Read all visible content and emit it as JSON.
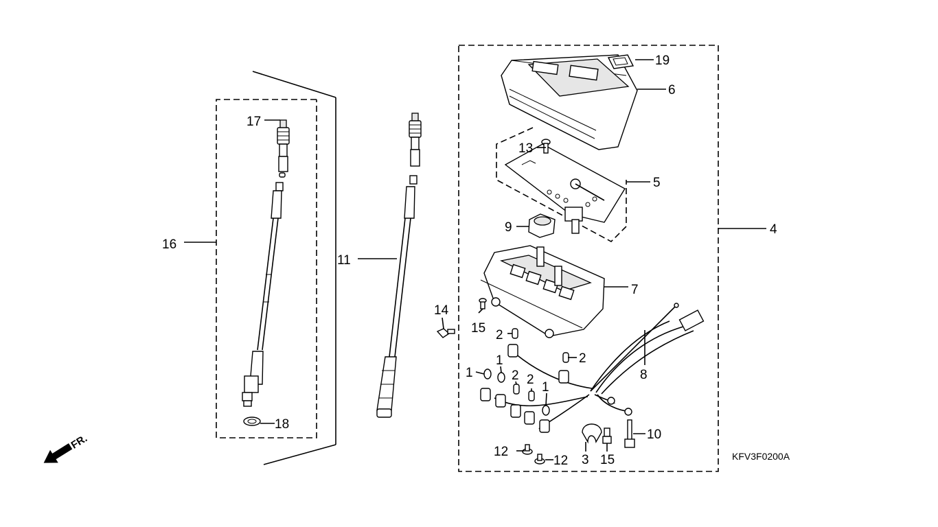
{
  "diagram_code": "KFV3F0200A",
  "direction_label": "FR.",
  "callouts": [
    "1",
    "2",
    "3",
    "4",
    "5",
    "6",
    "7",
    "8",
    "9",
    "10",
    "11",
    "12",
    "13",
    "14",
    "15",
    "16",
    "17",
    "18",
    "19"
  ]
}
